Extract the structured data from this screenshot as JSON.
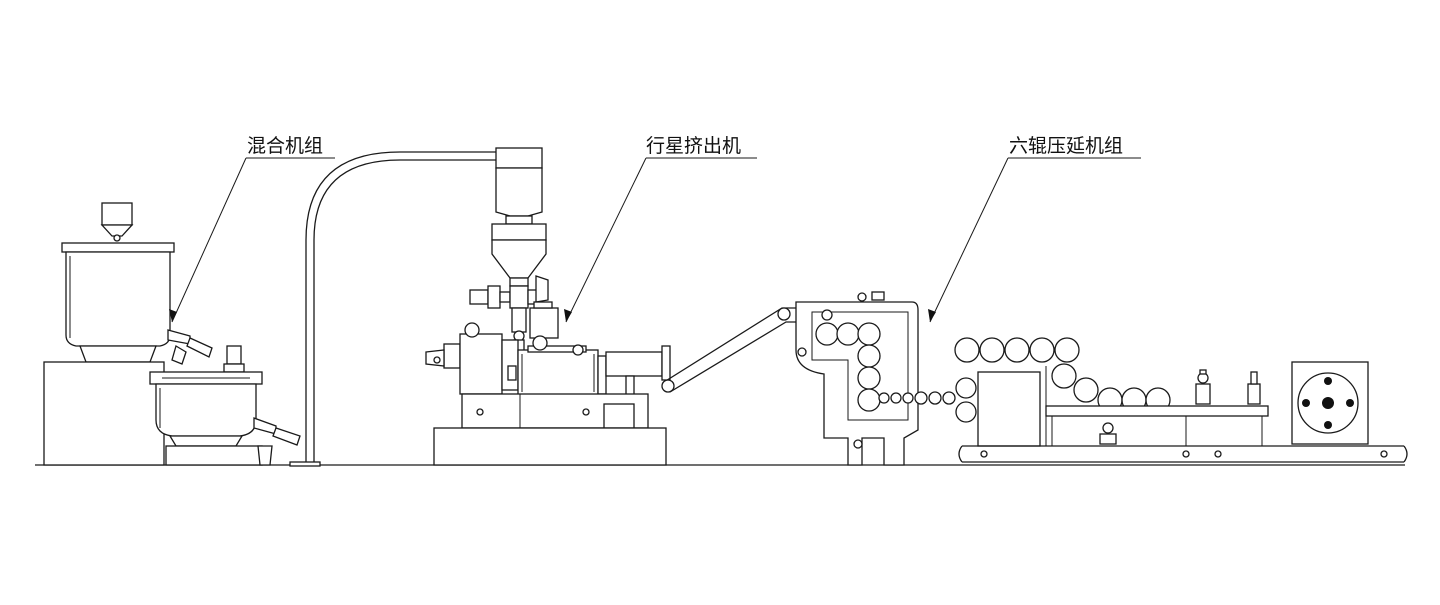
{
  "labels": {
    "mixer": "混合机组",
    "extruder": "行星挤出机",
    "calender": "六辊压延机组"
  },
  "colors": {
    "line": "#1a1a1a",
    "background": "#ffffff"
  }
}
